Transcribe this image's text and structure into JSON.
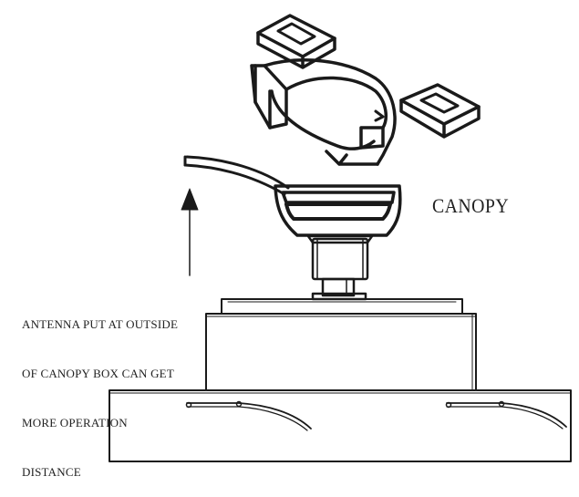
{
  "labels": {
    "canopy": "CANOPY",
    "antenna_note": [
      "ANTENNA PUT AT OUTSIDE",
      "OF CANOPY BOX CAN GET",
      "MORE OPERATION",
      "DISTANCE"
    ]
  },
  "colors": {
    "line": "#1a1a1a",
    "background": "#ffffff"
  }
}
